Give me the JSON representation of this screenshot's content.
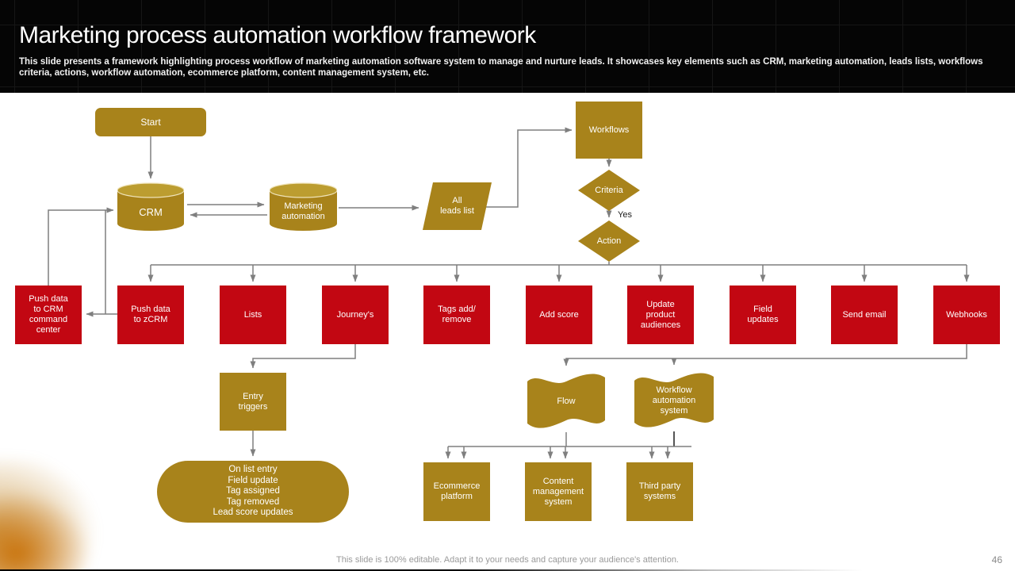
{
  "slide": {
    "title": "Marketing process automation workflow framework",
    "subtitle": "This slide presents a framework  highlighting process workflow of marketing automation software system to manage and nurture leads. It showcases key elements such as CRM, marketing automation, leads lists, workflows criteria, actions, workflow automation, ecommerce platform, content management system, etc.",
    "footer": "This slide is 100% editable. Adapt it to your needs and capture your audience's attention.",
    "page_number": "46"
  },
  "colors": {
    "gold": "#A8831B",
    "red": "#C20712",
    "arrow_gray": "#7F7F7F",
    "header_bg": "#050505",
    "accent_orange": "#C87006"
  },
  "diagram": {
    "nodes": {
      "start": "Start",
      "crm": "CRM",
      "marketing_automation": "Marketing\nautomation",
      "all_leads_list": "All\nleads list",
      "workflows": "Workflows",
      "criteria": "Criteria",
      "yes_label": "Yes",
      "action": "Action",
      "entry_triggers": "Entry\ntriggers",
      "flow": "Flow",
      "workflow_automation_system": "Workflow\nautomation\nsystem",
      "ecommerce_platform": "Ecommerce\nplatform",
      "content_management_system": "Content\nmanagement\nsystem",
      "third_party_systems": "Third party\nsystems"
    },
    "actions": [
      "Push data\nto CRM\ncommand\ncenter",
      "Push data\nto zCRM",
      "Lists",
      "Journey's",
      "Tags add/\nremove",
      "Add score",
      "Update\nproduct\naudiences",
      "Field\nupdates",
      "Send email",
      "Webhooks"
    ],
    "entry_trigger_events": [
      "On list entry",
      "Field update",
      "Tag assigned",
      "Tag removed",
      "Lead score updates"
    ]
  }
}
